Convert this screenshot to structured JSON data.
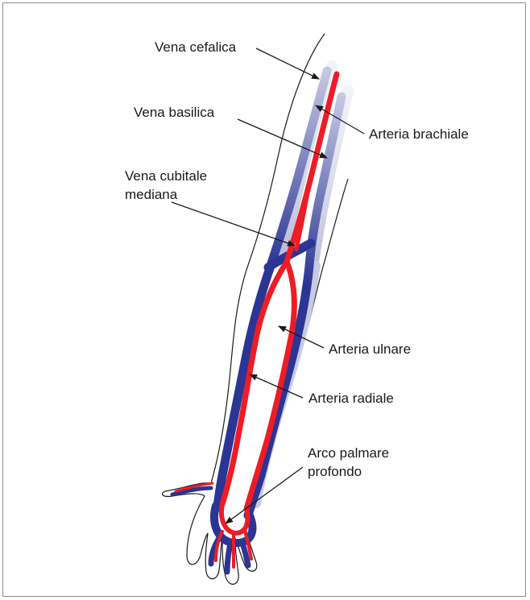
{
  "labels": {
    "vena_cefalica": "Vena cefalica",
    "vena_basilica": "Vena basilica",
    "arteria_brachiale": "Arteria brachiale",
    "vena_cubitale_line1": "Vena cubitale",
    "vena_cubitale_line2": "mediana",
    "arteria_ulnare": "Arteria ulnare",
    "arteria_radiale": "Arteria radiale",
    "arco_palmare_line1": "Arco palmare",
    "arco_palmare_line2": "profondo"
  },
  "colors": {
    "artery": "#ee1c25",
    "vein": "#2b3594",
    "vein_shadow": "#b8bad8",
    "outline": "#1a1a1a"
  }
}
